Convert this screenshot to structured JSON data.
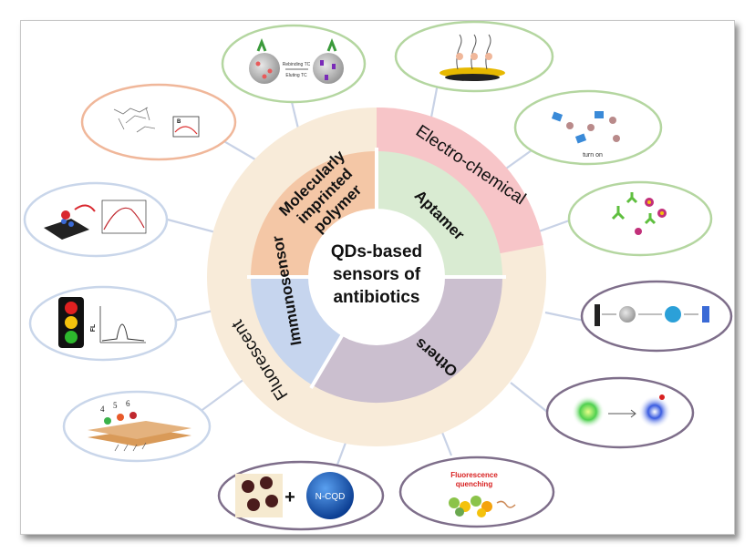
{
  "center": {
    "line1": "QDs-based",
    "line2": "sensors of",
    "line3": "antibiotics"
  },
  "outer_ring": {
    "electrochemical": "Electro-chemical",
    "fluorescent": "Fluorescent"
  },
  "inner_ring": {
    "molecularly_imprinted": {
      "line1": "Molecularly",
      "line2": "imprinted",
      "line3": "polymer"
    },
    "aptamer": "Aptamer",
    "immunosensor": "Immunosensor",
    "others": "Others"
  },
  "thumbnails": {
    "mip": {
      "rebinding": "Rebinding TC",
      "eluting": "Eluting TC"
    },
    "absorbance_inset": "B",
    "turn_on": "turn on",
    "traffic_light_axis": "FL",
    "layer_numbers": [
      "4",
      "5",
      "6"
    ],
    "ncqd": {
      "plus": "+",
      "label": "N-CQD"
    },
    "fluorescence": {
      "line1": "Fluorescence",
      "line2": "quenching"
    }
  },
  "colors": {
    "outer_ring": "#f8ebd9",
    "electro_segment": "#f7c5c8",
    "mip_segment": "#f4c7a6",
    "aptamer_segment": "#d9ebd2",
    "immuno_segment": "#c6d5ee",
    "others_segment": "#cbbfcf",
    "bubble_green": "#b4d6a0",
    "bubble_purple": "#7e6e8a",
    "bubble_blue": "#c9d6ea",
    "bubble_orange": "#f0b79a",
    "connector": "#c8d2e6"
  }
}
